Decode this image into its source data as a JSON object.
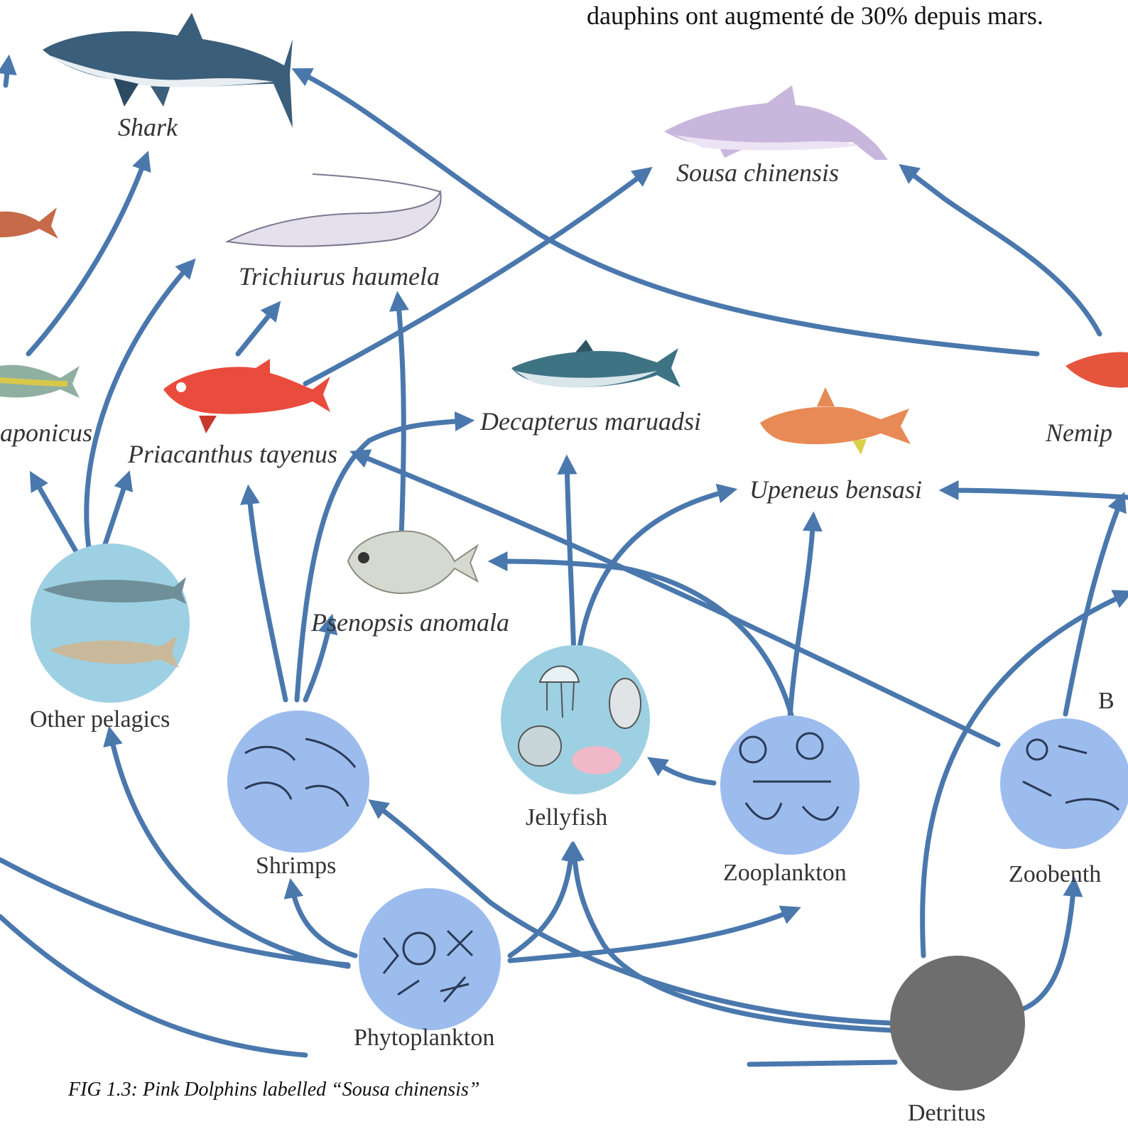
{
  "headline": "dauphins ont augmenté de 30% depuis mars.",
  "caption": "FIG 1.3: Pink Dolphins labelled “Sousa chinensis”",
  "colors": {
    "arrow": "#4a78ad",
    "pelagic_circle": "#9ed0e3",
    "benthic_circle": "#9cbcee",
    "detritus": "#6e6e6e"
  },
  "species": {
    "shark": "Shark",
    "sousa": "Sousa chinensis",
    "trichiurus": "Trichiurus haumela",
    "japonicus": "aponicus",
    "priacanthus": "Priacanthus tayenus",
    "decapterus": "Decapterus maruadsi",
    "upeneus": "Upeneus bensasi",
    "nemipterus": "Nemip",
    "psenopsis": "Psenopsis anomala"
  },
  "groups": {
    "other_pelagics": "Other pelagics",
    "shrimps": "Shrimps",
    "jellyfish": "Jellyfish",
    "zooplankton": "Zooplankton",
    "zoobenthos": "Zoobenth",
    "benthic_cut": "B",
    "phytoplankton": "Phytoplankton",
    "detritus": "Detritus"
  }
}
